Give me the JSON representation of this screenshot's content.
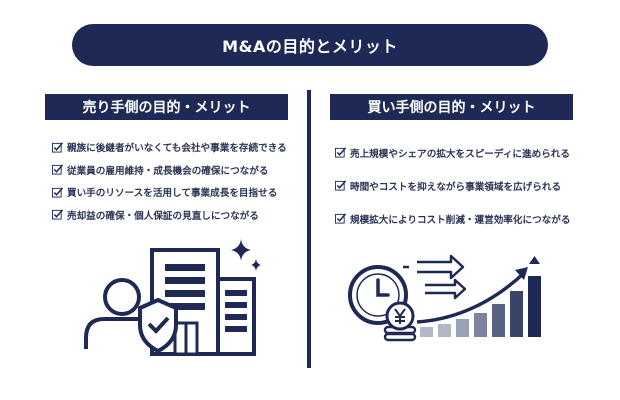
{
  "header": {
    "title": "M&Aの目的とメリット"
  },
  "seller": {
    "title": "売り手側の目的・メリット",
    "items": [
      "親族に後継者がいなくても会社や事業を存続できる",
      "従業員の雇用維持・成長機会の確保につながる",
      "買い手のリソースを活用して事業成長を目指せる",
      "売却益の確保・個人保証の見直しにつながる"
    ]
  },
  "buyer": {
    "title": "買い手側の目的・メリット",
    "items": [
      "売上規模やシェアの拡大をスピーディに進められる",
      "時間やコストを抑えながら事業領域を広げられる",
      "規模拡大によりコスト削減・運営効率化につながる"
    ]
  },
  "icons": {
    "seller_illustration": [
      "person-icon",
      "shield-check-icon",
      "office-building-icon",
      "sparkle-icon"
    ],
    "buyer_illustration": [
      "clock-icon",
      "yen-coin-icon",
      "speed-arrows-icon",
      "growth-bar-chart-icon"
    ]
  },
  "colors": {
    "navy": "#1e2a55",
    "gray": "#b4b8c4",
    "white": "#ffffff"
  }
}
